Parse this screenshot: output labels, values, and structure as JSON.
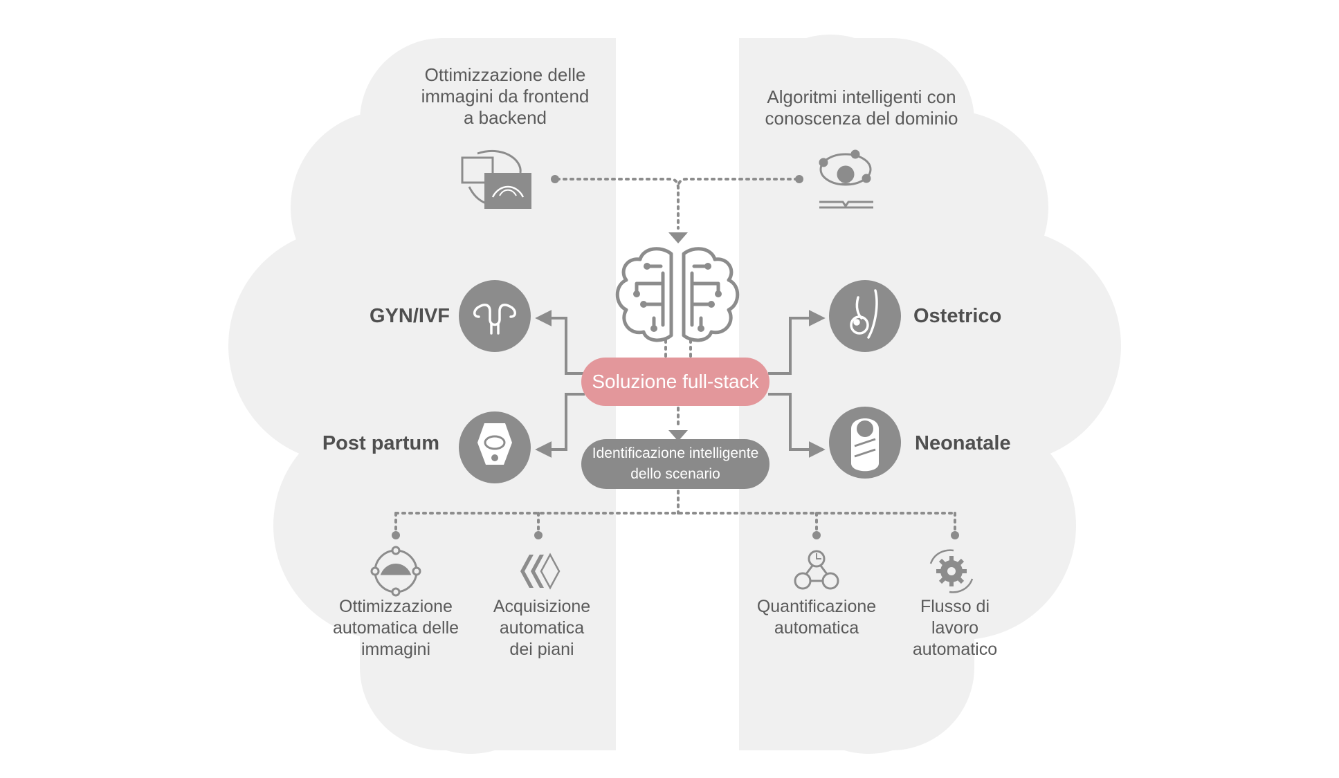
{
  "center": {
    "main": "Soluzione full-stack",
    "sub_line1": "Identificazione intelligente",
    "sub_line2": "dello scenario"
  },
  "top_left": {
    "line1": "Ottimizzazione delle",
    "line2": "immagini da frontend",
    "line3": "a backend"
  },
  "top_right": {
    "line1": "Algoritmi intelligenti con",
    "line2": "conoscenza del dominio"
  },
  "categories": {
    "gyn": "GYN/IVF",
    "postpartum": "Post partum",
    "obstetric": "Ostetrico",
    "neonatal": "Neonatale"
  },
  "bottom": [
    {
      "line1": "Ottimizzazione",
      "line2": "automatica delle",
      "line3": "immagini"
    },
    {
      "line1": "Acquisizione",
      "line2": "automatica",
      "line3": "dei piani"
    },
    {
      "line1": "Quantificazione",
      "line2": "automatica",
      "line3": ""
    },
    {
      "line1": "Flusso di",
      "line2": "lavoro",
      "line3": "automatico"
    }
  ],
  "colors": {
    "cloud": "#f0f0f0",
    "icon_circle": "#8c8c8c",
    "connector": "#8c8c8c",
    "main_pill": "#e3979b",
    "sub_pill": "#8a8a8a"
  },
  "icons": {
    "top_left": "ultrasound-monitor-icon",
    "top_right": "lightbulb-book-icon",
    "center": "brain-circuit-icon",
    "gyn": "uterus-icon",
    "postpartum": "pelvic-probe-icon",
    "obstetric": "pregnant-woman-icon",
    "neonatal": "swaddled-baby-icon",
    "bottom": [
      "image-optimize-icon",
      "plane-acquisition-icon",
      "quantification-icon",
      "workflow-gear-icon"
    ]
  }
}
